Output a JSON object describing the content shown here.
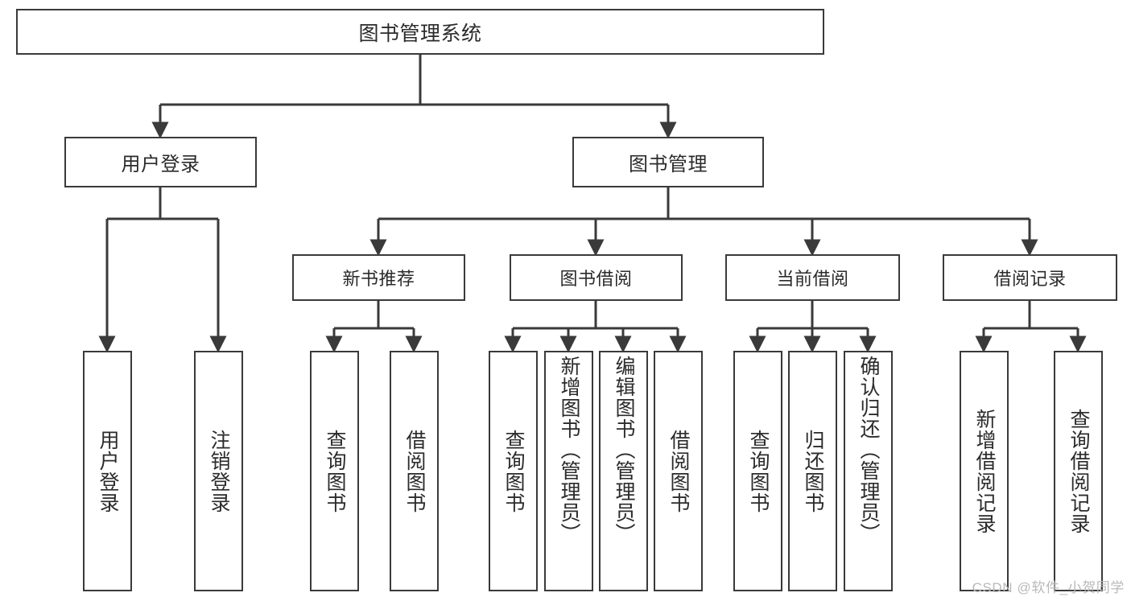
{
  "diagram": {
    "title": "图书管理系统",
    "root": {
      "label": "图书管理系统"
    },
    "level1": [
      {
        "label": "用户登录"
      },
      {
        "label": "图书管理"
      }
    ],
    "level2": [
      {
        "label": "新书推荐"
      },
      {
        "label": "图书借阅"
      },
      {
        "label": "当前借阅"
      },
      {
        "label": "借阅记录"
      }
    ],
    "leaves": [
      {
        "label": "用户登录"
      },
      {
        "label": "注销登录"
      },
      {
        "label": "查询图书"
      },
      {
        "label": "借阅图书"
      },
      {
        "label": "查询图书"
      },
      {
        "label": "新增图书（管理员）"
      },
      {
        "label": "编辑图书（管理员）"
      },
      {
        "label": "借阅图书"
      },
      {
        "label": "查询图书"
      },
      {
        "label": "归还图书"
      },
      {
        "label": "确认归还（管理员）"
      },
      {
        "label": "新增借阅记录"
      },
      {
        "label": "查询借阅记录"
      }
    ]
  },
  "watermark": {
    "text": "CSDN @软件_小贺同学"
  },
  "colors": {
    "stroke": "#3a3a3a",
    "text": "#2b2b2b",
    "background": "#ffffff",
    "watermark": "#b9b9b9"
  }
}
